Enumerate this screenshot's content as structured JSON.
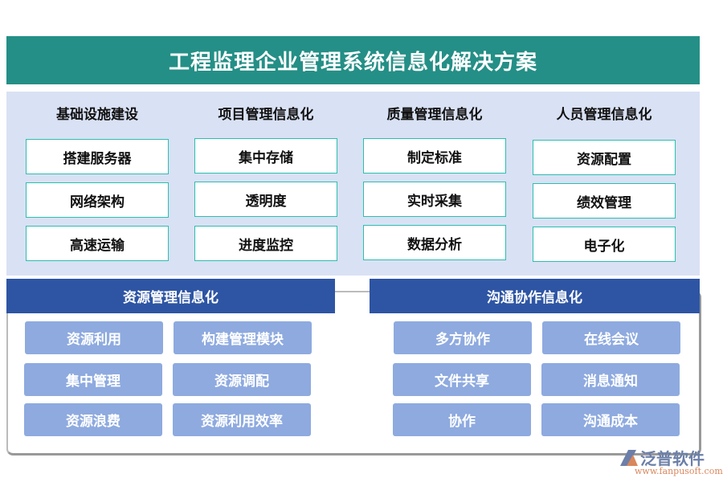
{
  "title": "工程监理企业管理系统信息化解决方案",
  "top_columns": [
    {
      "heading": "基础设施建设",
      "items": [
        "搭建服务器",
        "网络架构",
        "高速运输"
      ]
    },
    {
      "heading": "项目管理信息化",
      "items": [
        "集中存储",
        "透明度",
        "进度监控"
      ]
    },
    {
      "heading": "质量管理信息化",
      "items": [
        "制定标准",
        "实时采集",
        "数据分析"
      ]
    },
    {
      "heading": "人员管理信息化",
      "items": [
        "资源配置",
        "绩效管理",
        "电子化"
      ]
    }
  ],
  "bottom_sections": [
    {
      "heading": "资源管理信息化",
      "items": [
        "资源利用",
        "构建管理模块",
        "集中管理",
        "资源调配",
        "资源浪费",
        "资源利用效率"
      ]
    },
    {
      "heading": "沟通协作信息化",
      "items": [
        "多方协作",
        "在线会议",
        "文件共享",
        "消息通知",
        "协作",
        "沟通成本"
      ]
    }
  ],
  "logo": {
    "name": "泛普软件",
    "url": "www.fanpusoft.com"
  },
  "colors": {
    "title_bg": "#248f86",
    "top_bg": "#d9e1f4",
    "box_border": "#2bbfb0",
    "section_header": "#2e55a4",
    "bottom_box": "#8eaadf"
  }
}
